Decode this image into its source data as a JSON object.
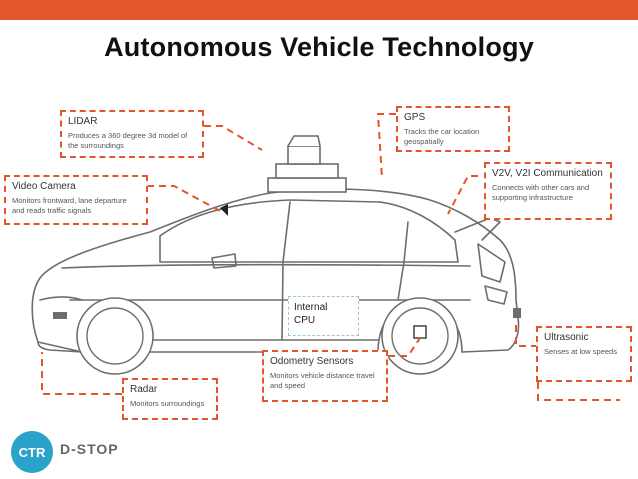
{
  "colors": {
    "accent": "#e4552c",
    "logo_blue": "#2aa2c9",
    "cpu_border": "#9ec6d8"
  },
  "title": "Autonomous Vehicle Technology",
  "callouts": {
    "lidar": {
      "heading": "LIDAR",
      "body": "Produces a 360 degree 3d model of the surroundings"
    },
    "gps": {
      "heading": "GPS",
      "body": "Tracks the car location geospatially"
    },
    "video": {
      "heading": "Video Camera",
      "body": "Monitors frontward, lane departure and reads traffic signals"
    },
    "v2v": {
      "heading": "V2V, V2I Communication",
      "body": "Connects with other cars and supporting infrastructure"
    },
    "ultrasonic": {
      "heading": "Ultrasonic",
      "body": "Senses at low speeds"
    },
    "odometry": {
      "heading": "Odometry Sensors",
      "body": "Monitors vehicle distance travel and speed"
    },
    "radar": {
      "heading": "Radar",
      "body": "Monitors surroundings"
    }
  },
  "cpu": {
    "line1": "Internal",
    "line2": "CPU"
  },
  "logo": {
    "mark": "CTR",
    "text": "D-STOP"
  }
}
